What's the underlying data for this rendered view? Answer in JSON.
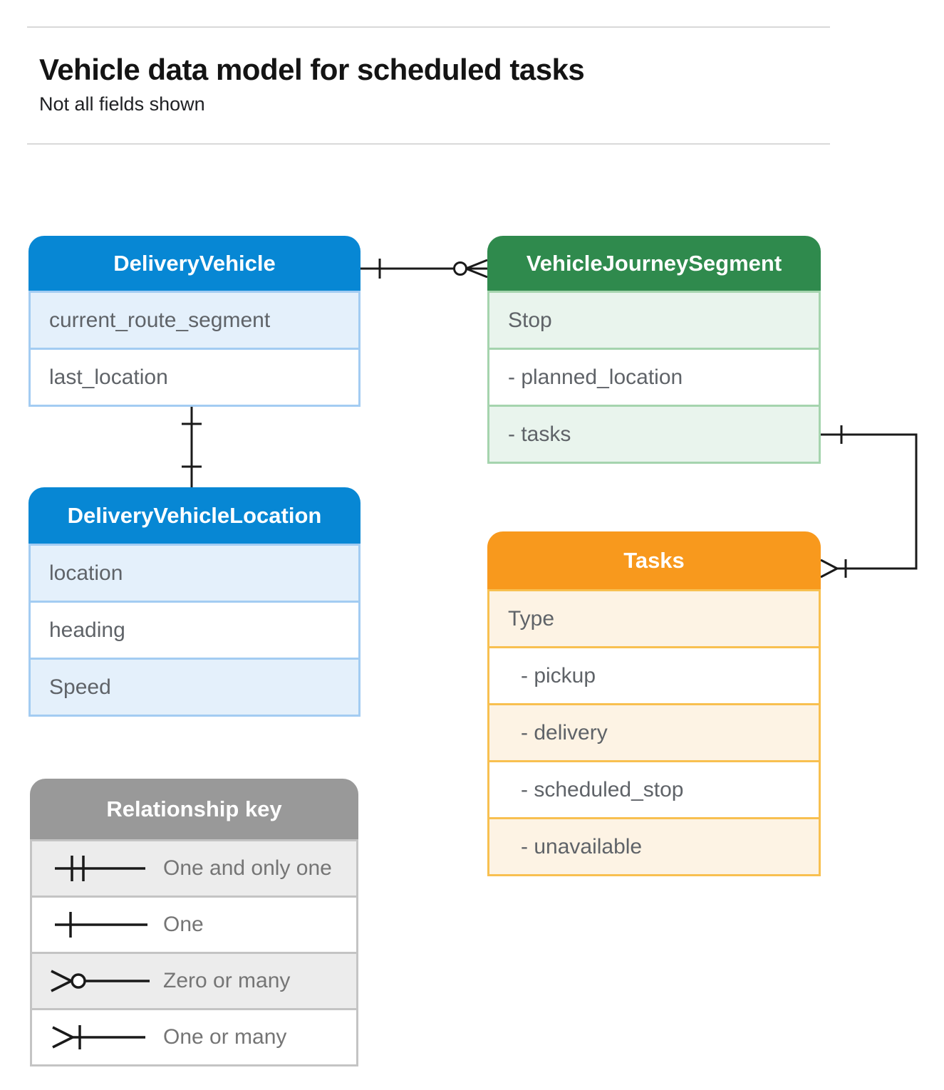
{
  "page": {
    "title": "Vehicle data model for scheduled tasks",
    "subtitle": "Not all fields shown"
  },
  "tables": {
    "delivery_vehicle": {
      "title": "DeliveryVehicle",
      "rows": [
        {
          "label": "current_route_segment"
        },
        {
          "label": "last_location"
        }
      ]
    },
    "vehicle_journey_segment": {
      "title": "VehicleJourneySegment",
      "rows": [
        {
          "label": "Stop"
        },
        {
          "label": "- planned_location"
        },
        {
          "label": "- tasks"
        }
      ]
    },
    "delivery_vehicle_location": {
      "title": "DeliveryVehicleLocation",
      "rows": [
        {
          "label": "location"
        },
        {
          "label": "heading"
        },
        {
          "label": "Speed"
        }
      ]
    },
    "tasks": {
      "title": "Tasks",
      "rows": [
        {
          "label": "Type"
        },
        {
          "label": "- pickup"
        },
        {
          "label": "- delivery"
        },
        {
          "label": "- scheduled_stop"
        },
        {
          "label": "- unavailable"
        }
      ]
    },
    "relationship_key": {
      "title": "Relationship key",
      "rows": [
        {
          "symbol": "one-and-only-one",
          "label": "One and only one"
        },
        {
          "symbol": "one",
          "label": "One"
        },
        {
          "symbol": "zero-or-many",
          "label": "Zero or many"
        },
        {
          "symbol": "one-or-many",
          "label": "One or many"
        }
      ]
    }
  },
  "relationships": [
    {
      "from": "DeliveryVehicle",
      "to": "VehicleJourneySegment",
      "from_cardinality": "one",
      "to_cardinality": "zero-or-many"
    },
    {
      "from": "DeliveryVehicle",
      "to": "DeliveryVehicleLocation",
      "from_cardinality": "one",
      "to_cardinality": "one"
    },
    {
      "from": "VehicleJourneySegment.tasks",
      "to": "Tasks",
      "from_cardinality": "one",
      "to_cardinality": "one-or-many"
    }
  ],
  "colors": {
    "blue_header": "#0787d4",
    "blue_row": "#e4f0fb",
    "blue_border": "#a3ccf2",
    "green_header": "#2f8a4d",
    "green_row": "#e9f4ed",
    "green_border": "#a5d4ae",
    "orange_header": "#f8991d",
    "orange_row": "#fdf3e4",
    "orange_border": "#f8c050",
    "gray_header": "#999999",
    "gray_row": "#ececec",
    "gray_border": "#c4c4c4",
    "connector": "#1a1a1a",
    "field_text": "#5f6368"
  }
}
